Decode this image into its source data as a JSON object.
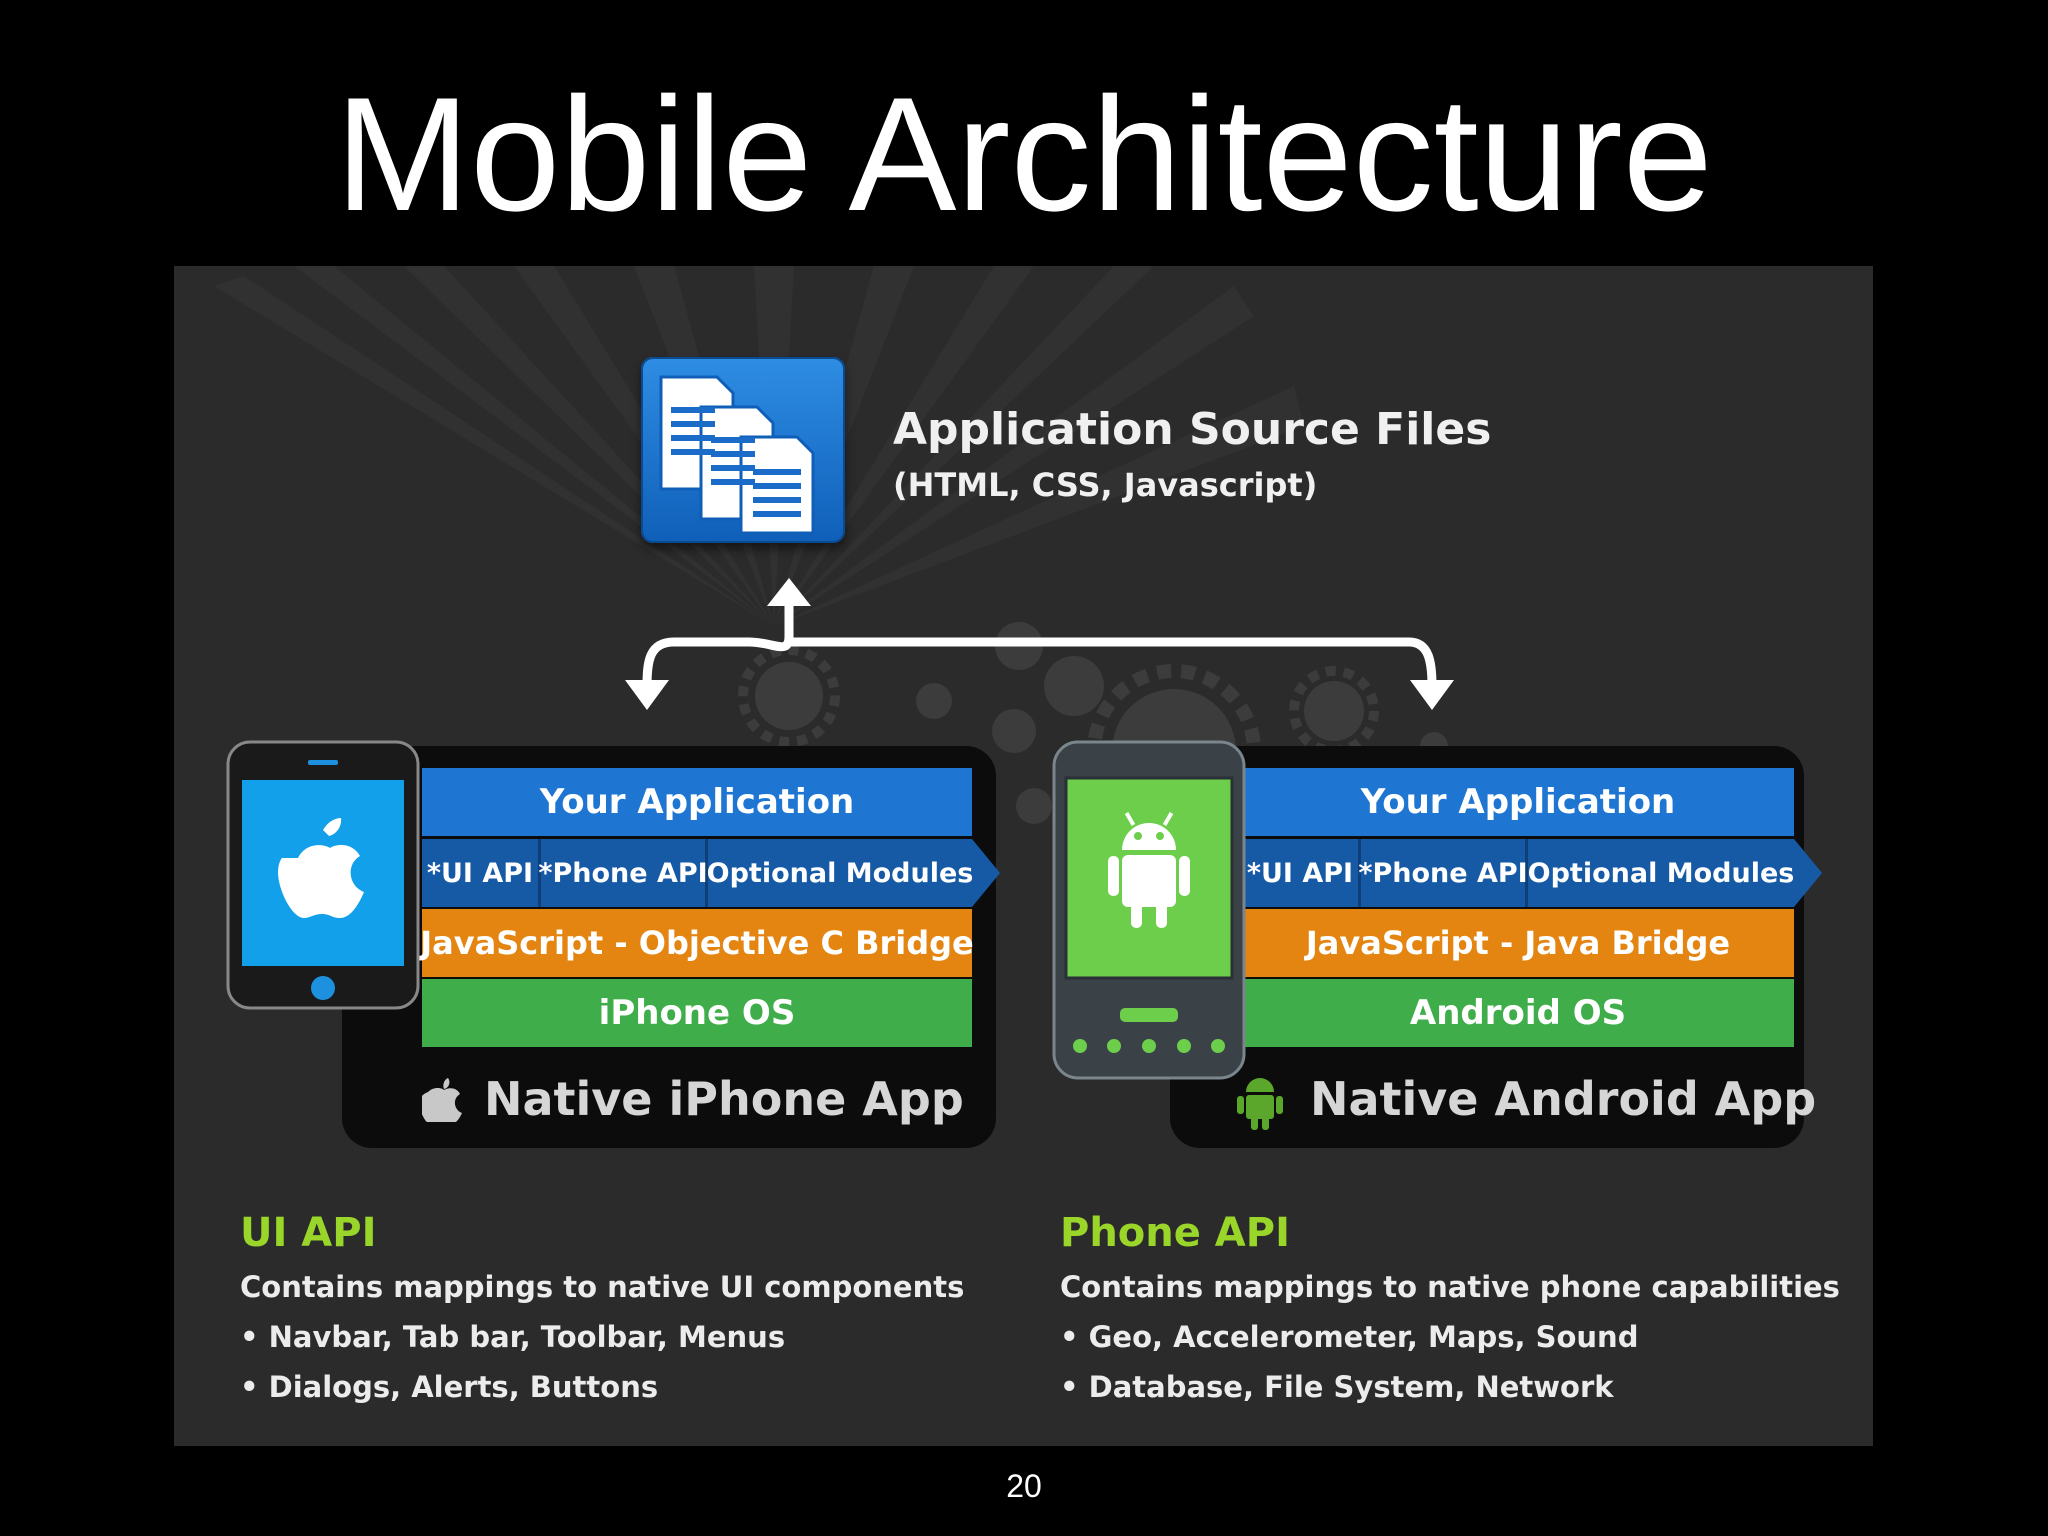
{
  "slide": {
    "title": "Mobile Architecture",
    "page_number": "20"
  },
  "source": {
    "title": "Application Source Files",
    "subtitle": "(HTML, CSS, Javascript)",
    "icon": "documents-icon"
  },
  "iphone": {
    "layers": {
      "application": "Your Application",
      "ui_api": "*UI API",
      "phone_api": "*Phone API",
      "optional": "Optional Modules",
      "bridge": "JavaScript - Objective C Bridge",
      "os": "iPhone OS"
    },
    "native_label": "Native iPhone App",
    "icon": "apple-icon"
  },
  "android": {
    "layers": {
      "application": "Your Application",
      "ui_api": "*UI API",
      "phone_api": "*Phone API",
      "optional": "Optional Modules",
      "bridge": "JavaScript - Java Bridge",
      "os": "Android OS"
    },
    "native_label": "Native Android App",
    "icon": "android-icon"
  },
  "ui_api": {
    "title": "UI API",
    "description": "Contains mappings to native UI components",
    "bullets": [
      "• Navbar, Tab bar, Toolbar, Menus",
      "• Dialogs, Alerts, Buttons"
    ]
  },
  "phone_api": {
    "title": "Phone API",
    "description": "Contains mappings to native phone capabilities",
    "bullets": [
      "• Geo, Accelerometer, Maps, Sound",
      "• Database, File System, Network"
    ]
  },
  "colors": {
    "application": "#1e76d2",
    "api": "#165aa6",
    "bridge": "#e48512",
    "os": "#3fae4a",
    "section_title": "#9ad52a"
  }
}
